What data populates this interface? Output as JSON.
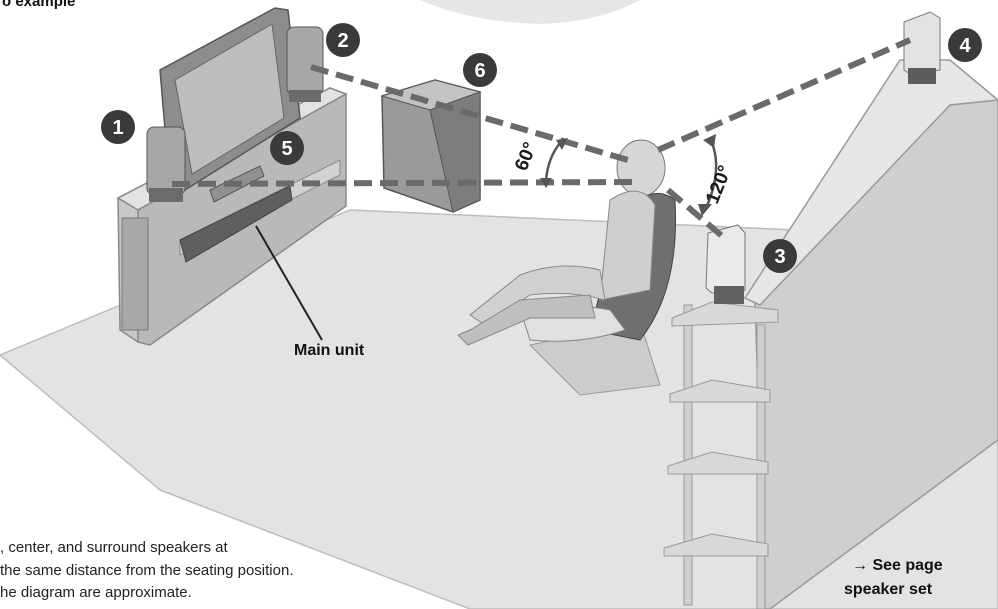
{
  "title_fragment": "o example",
  "angles": {
    "front": "60°",
    "surround": "120°"
  },
  "labels": {
    "main_unit": "Main unit",
    "speaker_1": "1",
    "speaker_2": "2",
    "speaker_3": "3",
    "speaker_4": "4",
    "speaker_5": "5",
    "speaker_6": "6"
  },
  "notes": [
    ", center, and surround speakers at",
    "the same distance from the seating position.",
    "he diagram are approximate."
  ],
  "see_page": [
    "→ See page",
    "speaker set"
  ]
}
